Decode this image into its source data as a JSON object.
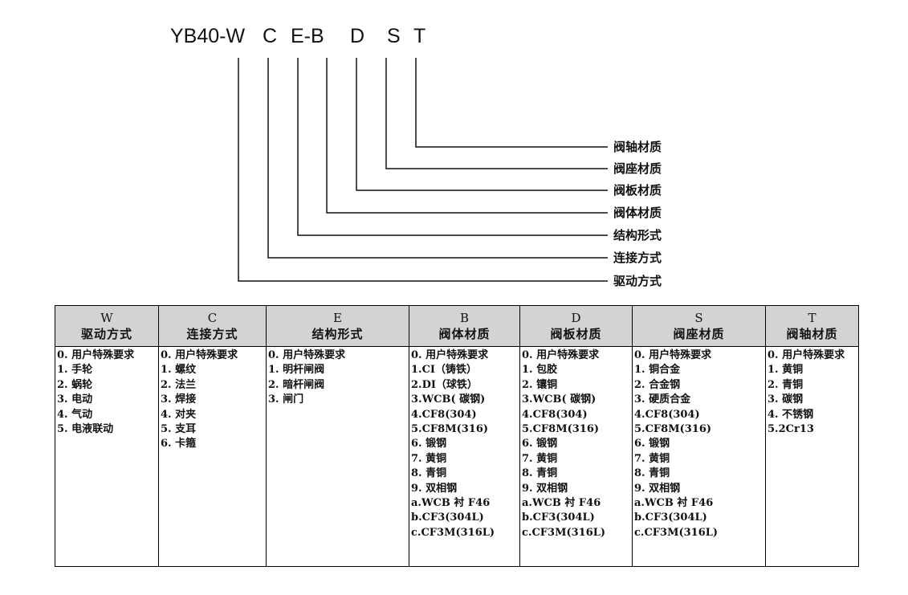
{
  "model_code": {
    "model": "YB40-W",
    "c": "C",
    "eb": "E-B",
    "d": "D",
    "s": "S",
    "t": "T"
  },
  "descriptions": [
    "阀轴材质",
    "阀座材质",
    "阀板材质",
    "阀体材质",
    "结构形式",
    "连接方式",
    "驱动方式"
  ],
  "table": {
    "columns": [
      {
        "code": "W",
        "title": "驱动方式",
        "options": [
          "0. 用户特殊要求",
          "1. 手轮",
          "2. 蜗轮",
          "3. 电动",
          "4. 气动",
          "5. 电液联动"
        ]
      },
      {
        "code": "C",
        "title": "连接方式",
        "options": [
          "0. 用户特殊要求",
          "1. 螺纹",
          "2. 法兰",
          "3. 焊接",
          "4. 对夹",
          "5. 支耳",
          "6. 卡箍"
        ]
      },
      {
        "code": "E",
        "title": "结构形式",
        "options": [
          "0. 用户特殊要求",
          "1. 明杆闸阀",
          "2. 暗杆闸阀",
          "3. 闸门"
        ]
      },
      {
        "code": "B",
        "title": "阀体材质",
        "options": [
          "0. 用户特殊要求",
          "1.CI（铸铁）",
          "2.DI（球铁）",
          "3.WCB( 碳钢)",
          "4.CF8(304)",
          "5.CF8M(316)",
          "6. 锻钢",
          "7. 黄铜",
          "8. 青铜",
          "9. 双相钢",
          "a.WCB 衬 F46",
          "b.CF3(304L)",
          "c.CF3M(316L)"
        ]
      },
      {
        "code": "D",
        "title": "阀板材质",
        "options": [
          "0. 用户特殊要求",
          "1. 包胶",
          "2. 镶铜",
          "3.WCB( 碳钢)",
          "4.CF8(304)",
          "5.CF8M(316)",
          "6. 锻钢",
          "7. 黄铜",
          "8. 青铜",
          "9. 双相钢",
          "a.WCB 衬 F46",
          "b.CF3(304L)",
          "c.CF3M(316L)"
        ]
      },
      {
        "code": "S",
        "title": "阀座材质",
        "options": [
          "0. 用户特殊要求",
          "1. 铜合金",
          "2. 合金钢",
          "3. 硬质合金",
          "4.CF8(304)",
          "5.CF8M(316)",
          "6. 锻钢",
          "7. 黄铜",
          "8. 青铜",
          "9. 双相钢",
          "a.WCB 衬 F46",
          "b.CF3(304L)",
          "c.CF3M(316L)"
        ]
      },
      {
        "code": "T",
        "title": "阀轴材质",
        "options": [
          "0. 用户特殊要求",
          "1. 黄铜",
          "2. 青铜",
          "3. 碳钢",
          "4. 不锈钢",
          "5.2Cr13"
        ]
      }
    ]
  }
}
